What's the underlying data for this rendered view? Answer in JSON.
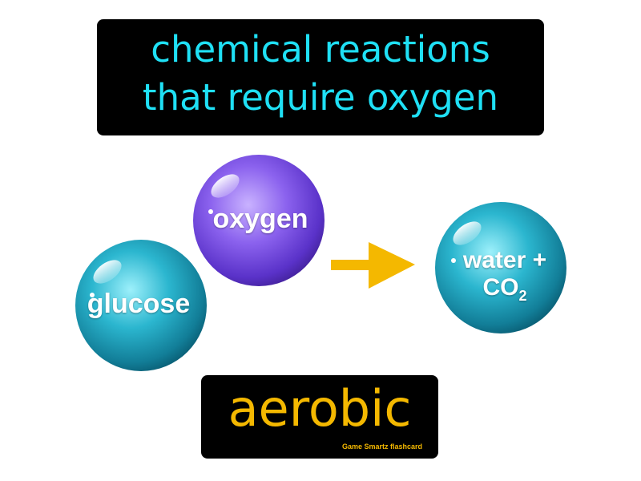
{
  "definition": {
    "line1": "chemical reactions",
    "line2": "that require oxygen",
    "color": "#1fe0f5"
  },
  "reactants": {
    "sphere1_label": "glucose",
    "sphere2_label": "oxygen"
  },
  "product": {
    "line1": "water +",
    "co2_main": "CO",
    "co2_sub": "2"
  },
  "arrow": {
    "icon": "arrow-right-icon",
    "color": "#f4b800"
  },
  "term": {
    "word": "aerobic",
    "color": "#f4b800"
  },
  "credit": "Game Smartz flashcard",
  "colors": {
    "teal_sphere": "#1a9cb5",
    "purple_sphere": "#7b4fe0",
    "background": "#ffffff",
    "box": "#000000"
  }
}
